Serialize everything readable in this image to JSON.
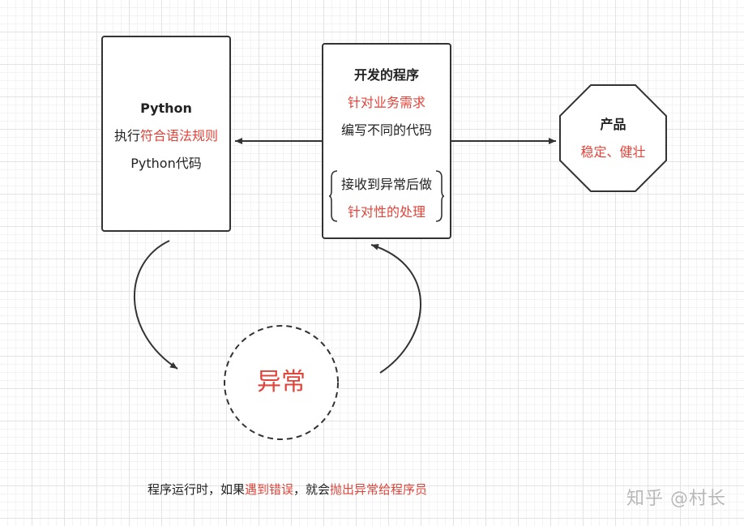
{
  "python_box": {
    "title": "Python",
    "line2_prefix": "执行",
    "line2_highlight": "符合语法规则",
    "line3": "Python代码"
  },
  "program_box": {
    "title": "开发的程序",
    "line2": "针对业务需求",
    "line3": "编写不同的代码",
    "line4": "接收到异常后做",
    "line5": "针对性的处理"
  },
  "product": {
    "title": "产品",
    "subtitle": "稳定、健壮"
  },
  "exception": {
    "label": "异常"
  },
  "caption": {
    "part1": "程序运行时，如果",
    "part2": "遇到错误",
    "part3": "，就会",
    "part4": "抛出异常给程序员"
  },
  "watermark": "知乎 @村长",
  "colors": {
    "highlight": "#e0443a",
    "stroke": "#333333"
  }
}
